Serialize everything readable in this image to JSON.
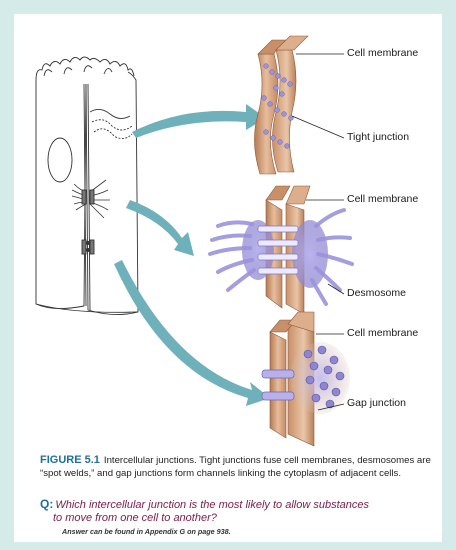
{
  "labels": {
    "cell_membrane_1": "Cell membrane",
    "tight_junction": "Tight junction",
    "cell_membrane_2": "Cell membrane",
    "desmosome": "Desmosome",
    "cell_membrane_3": "Cell membrane",
    "gap_junction": "Gap junction"
  },
  "caption": {
    "figure_number": "FIGURE 5.1",
    "text": "Intercellular junctions. Tight junctions fuse cell membranes, desmosomes are “spot welds,” and gap junctions form channels linking the cytoplasm of adjacent cells."
  },
  "question": {
    "marker": "Q:",
    "line1": "Which intercellular junction is the most likely to allow substances",
    "line2": "to move from one cell to another?"
  },
  "answer_note": "Answer can be found in Appendix G on page 938.",
  "colors": {
    "background": "#d4ebe9",
    "membrane_tan": "#d9a784",
    "membrane_dark": "#a46a46",
    "junction_purple": "#8e86cf",
    "arrow_teal": "#6fb1ba",
    "figure_label_blue": "#1f6f9c",
    "question_maroon": "#7b1c4b"
  }
}
